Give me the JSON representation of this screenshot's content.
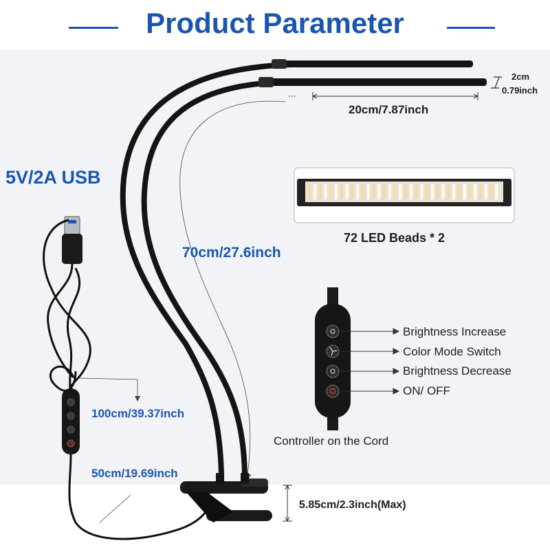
{
  "title": "Product Parameter",
  "colors": {
    "brand_blue": "#1a56b0",
    "lamp_black": "#141414",
    "panel_grey": "#f1f3f6"
  },
  "labels": {
    "usb": "5V/2A USB",
    "arm_height_cm": "2cm",
    "arm_height_in": "0.79inch",
    "arm_length": "20cm/7.87inch",
    "beads": "72 LED Beads * 2",
    "gooseneck_length": "70cm/27.6inch",
    "cable_to_controller": "100cm/39.37inch",
    "controller_to_clip": "50cm/19.69inch",
    "clip_opening": "5.85cm/2.3inch(Max)",
    "controller_caption": "Controller on the Cord"
  },
  "controller_buttons": [
    {
      "label": "Brightness Increase",
      "icon": "sun-plus-icon"
    },
    {
      "label": "Color Mode Switch",
      "icon": "fan-icon"
    },
    {
      "label": "Brightness Decrease",
      "icon": "sun-minus-icon"
    },
    {
      "label": "ON/ OFF",
      "icon": "power-icon"
    }
  ]
}
